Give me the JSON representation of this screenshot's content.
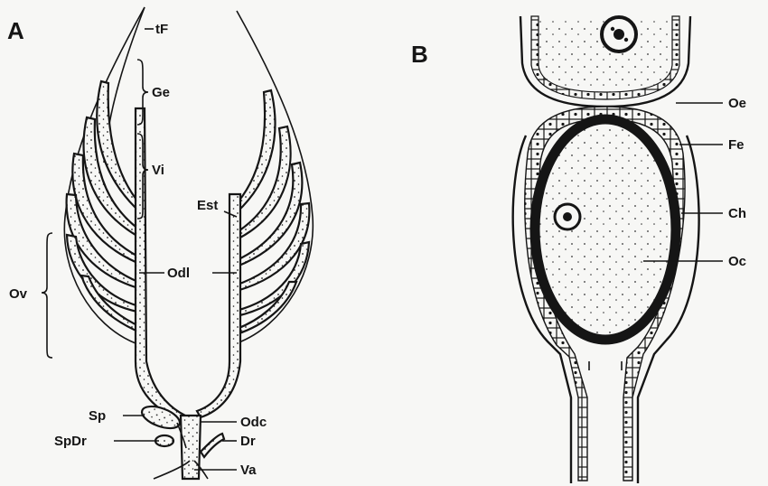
{
  "panels": {
    "a": "A",
    "b": "B"
  },
  "labels_a": {
    "tF": "tF",
    "Ge": "Ge",
    "Vi": "Vi",
    "Est": "Est",
    "Odl": "Odl",
    "Ov": "Ov",
    "Sp": "Sp",
    "SpDr": "SpDr",
    "Odc": "Odc",
    "Dr": "Dr",
    "Va": "Va"
  },
  "labels_b": {
    "Oe": "Oe",
    "Fe": "Fe",
    "Ch": "Ch",
    "Oc": "Oc"
  },
  "colors": {
    "ink": "#151515",
    "paper": "#f7f7f5"
  }
}
